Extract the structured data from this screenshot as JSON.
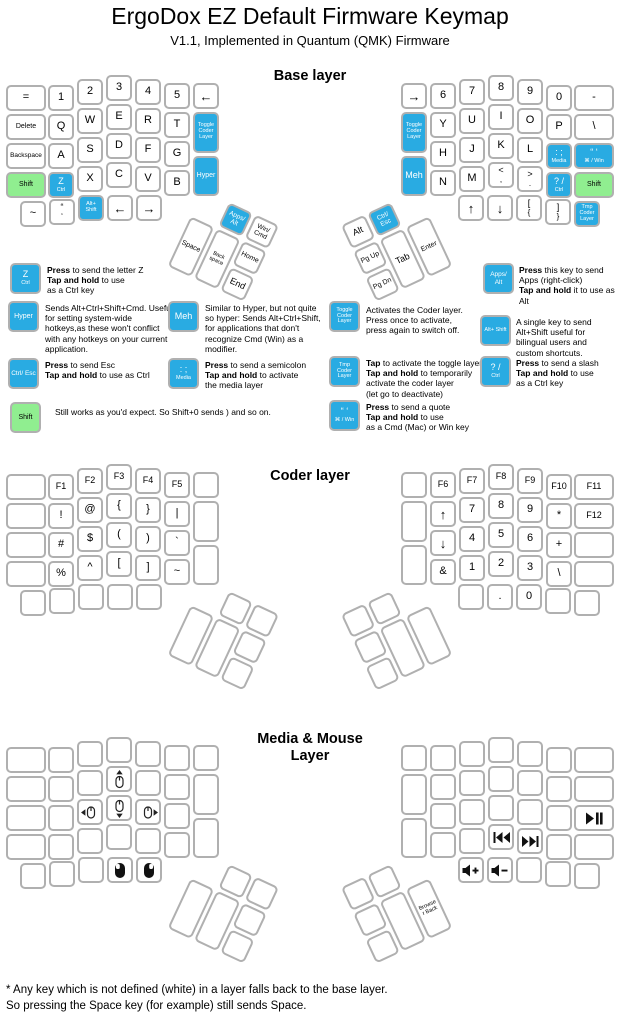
{
  "title": "ErgoDox EZ Default Firmware Keymap",
  "subtitle": "V1.1, Implemented in Quantum (QMK) Firmware",
  "colors": {
    "cyan": "#29abe2",
    "green": "#90ee90"
  },
  "layers": [
    {
      "heading": "Base layer",
      "left": [
        "=",
        "1",
        "2",
        "3",
        "4",
        "5",
        {
          "i": "arrow-left"
        },
        "Delete",
        "Q",
        "W",
        "E",
        "R",
        "T",
        {
          "l": "Toggle Coder Layer",
          "k": "c"
        },
        "Backspace",
        "A",
        "S",
        "D",
        "F",
        "G",
        {
          "l": "Hyper",
          "k": "c"
        },
        {
          "l": "Shift",
          "k": "g"
        },
        {
          "l": "Z",
          "s": "Ctrl",
          "k": "c"
        },
        "X",
        "C",
        "V",
        "B",
        "~",
        {
          "l": "“",
          "s": "‘"
        },
        {
          "l": "Alt+ Shift",
          "k": "c"
        },
        {
          "i": "arrow-left"
        },
        {
          "i": "arrow-right"
        },
        {
          "l": "Apps/ Alt",
          "k": "c"
        },
        {
          "l": "Win/ Cmd"
        },
        "Space",
        "Back space",
        "Home",
        "End"
      ],
      "right": [
        "-",
        "0",
        "9",
        "8",
        "7",
        "6",
        {
          "i": "arrow-right"
        },
        "\\",
        "P",
        "O",
        "I",
        "U",
        "Y",
        {
          "l": "Toggle Coder Layer",
          "k": "c"
        },
        {
          "l": "“ ‘",
          "s": "⌘ / Win",
          "k": "c"
        },
        {
          "l": ": ;",
          "s": "Media",
          "k": "c"
        },
        "L",
        "K",
        "J",
        "H",
        {
          "l": "Meh",
          "k": "c"
        },
        {
          "l": "Shift",
          "k": "g"
        },
        {
          "l": "? /",
          "s": "Ctrl",
          "k": "c"
        },
        {
          "l": ">",
          "s": "."
        },
        {
          "l": "<",
          "s": ","
        },
        "M",
        "N",
        {
          "l": "Tmp Coder Layer",
          "k": "c"
        },
        {
          "l": "]",
          "s": "}"
        },
        {
          "l": "[",
          "s": "{"
        },
        {
          "i": "arrow-down"
        },
        {
          "i": "arrow-up"
        },
        "Alt",
        {
          "l": "Ctrl/ Esc",
          "k": "c"
        },
        "Pg Up",
        "Pg Dn",
        "Tab",
        "Enter"
      ]
    },
    {
      "heading": "Coder layer",
      "left": [
        null,
        "F1",
        "F2",
        "F3",
        "F4",
        "F5",
        null,
        null,
        "!",
        "@",
        "{",
        "}",
        "|",
        null,
        null,
        "#",
        "$",
        "(",
        ")",
        "`",
        null,
        null,
        "%",
        "^",
        "[",
        "]",
        "~",
        null,
        null,
        null,
        null,
        null,
        null,
        null,
        null,
        null,
        null,
        null
      ],
      "right": [
        "F11",
        "F10",
        "F9",
        "F8",
        "F7",
        "F6",
        null,
        "F12",
        "*",
        "9",
        "8",
        "7",
        {
          "i": "arrow-up"
        },
        null,
        null,
        "+",
        "6",
        "5",
        "4",
        {
          "i": "arrow-down"
        },
        null,
        null,
        "\\",
        "3",
        "2",
        "1",
        "&",
        null,
        null,
        "0",
        ".",
        null,
        null,
        null,
        null,
        null,
        null,
        null
      ]
    },
    {
      "heading": "Media & Mouse Layer",
      "left": [
        null,
        null,
        null,
        null,
        null,
        null,
        null,
        null,
        null,
        null,
        {
          "i": "mouse-up"
        },
        null,
        null,
        null,
        null,
        null,
        {
          "i": "mouse-left"
        },
        {
          "i": "mouse-down"
        },
        {
          "i": "mouse-right"
        },
        null,
        null,
        null,
        null,
        null,
        null,
        null,
        null,
        null,
        null,
        null,
        {
          "i": "mouse-btn1"
        },
        {
          "i": "mouse-btn2"
        },
        null,
        null,
        null,
        null,
        null,
        null
      ],
      "right": [
        null,
        null,
        null,
        null,
        null,
        null,
        null,
        null,
        null,
        null,
        null,
        null,
        null,
        null,
        {
          "i": "play-pause"
        },
        null,
        null,
        null,
        null,
        null,
        null,
        null,
        null,
        {
          "i": "next-track"
        },
        {
          "i": "prev-track"
        },
        null,
        null,
        null,
        null,
        null,
        {
          "i": "vol-down"
        },
        {
          "i": "vol-up"
        },
        null,
        null,
        null,
        null,
        null,
        {
          "l": "Browser Back"
        }
      ]
    }
  ],
  "legend": [
    {
      "key": {
        "l": "Z",
        "s": "Ctrl",
        "k": "c"
      },
      "text": "**Press** to send the letter Z\n**Tap and hold** to use\nas a Ctrl key"
    },
    {
      "key": {
        "l": "Apps/ Alt",
        "k": "c"
      },
      "text": "**Press** this key to send Apps (right-click)\n**Tap and hold** it to use as Alt"
    },
    {
      "key": {
        "l": "Hyper",
        "k": "c"
      },
      "text": "Sends Alt+Ctrl+Shift+Cmd. Useful for setting system-wide hotkeys,as these won't conflict with any hotkeys on your current application."
    },
    {
      "key": {
        "l": "Meh",
        "k": "c"
      },
      "text": "Similar to Hyper, but not quite so hyper: Sends Alt+Ctrl+Shift, for applications that don't recognize Cmd (Win) as a modifier."
    },
    {
      "key": {
        "l": "Toggle Coder Layer",
        "k": "c"
      },
      "text": "Activates the Coder layer. Press once to activate, press again to switch off."
    },
    {
      "key": {
        "l": "Alt+ Shift",
        "k": "c"
      },
      "text": "A single key to send Alt+Shift useful for bilingual users and custom shortcuts."
    },
    {
      "key": {
        "l": "Ctrl/ Esc",
        "k": "c"
      },
      "text": "**Press** to send Esc\n**Tap and hold** to use as Ctrl"
    },
    {
      "key": {
        "l": ": ;",
        "s": "Media",
        "k": "c"
      },
      "text": "**Press** to send a semicolon\n**Tap and hold** to activate\nthe media layer"
    },
    {
      "key": {
        "l": "Tmp Coder Layer",
        "k": "c"
      },
      "text": "**Tap** to activate the toggle layer.\n**Tap and hold** to temporarily\nactivate the coder layer\n(let go to deactivate)"
    },
    {
      "key": {
        "l": "? /",
        "s": "Ctrl",
        "k": "c"
      },
      "text": "**Press** to send a slash\n**Tap and hold** to use\nas a Ctrl key"
    },
    {
      "key": {
        "l": "Shift",
        "k": "g"
      },
      "text": "Still works as you'd expect. So Shift+0 sends ) and so on."
    },
    {
      "key": {
        "l": "“ ‘",
        "s": "⌘ / Win",
        "k": "c"
      },
      "text": "**Press** to send a quote\n**Tap and hold** to use\nas a Cmd (Mac) or Win key"
    }
  ],
  "footnote": [
    "* Any key which is not defined (white) in a layer falls back to the base layer.",
    "So pressing the Space key (for example) still sends Space."
  ]
}
